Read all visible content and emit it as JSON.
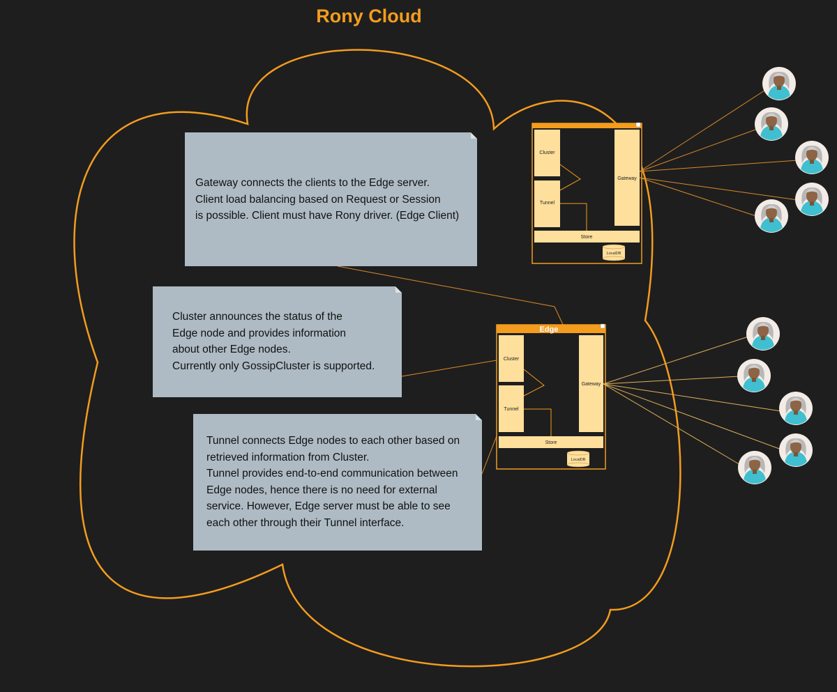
{
  "title": "Rony Cloud",
  "colors": {
    "background": "#1e1e1e",
    "accent": "#f39c1e",
    "box": "#fedf9b",
    "note": "#aebbc4"
  },
  "notes": {
    "gateway": [
      "Gateway connects the clients to the Edge server.",
      "Client load balancing based on Request or Session",
      "is possible. Client must have Rony driver. (Edge Client)"
    ],
    "cluster": [
      "Cluster announces the status of the",
      "Edge node and provides information",
      "about other Edge nodes.",
      "Currently only GossipCluster is supported."
    ],
    "tunnel": [
      "Tunnel connects Edge nodes to each other based on",
      "retrieved information from Cluster.",
      "Tunnel provides end-to-end communication between",
      "Edge nodes, hence there is no need for external",
      "service. However, Edge server must be able to see",
      "each other through their Tunnel interface."
    ]
  },
  "edge_top": {
    "title": "",
    "cluster": "Cluster",
    "tunnel": "Tunnel",
    "gateway": "Gateway",
    "store": "Store",
    "localdb": "LocalDB"
  },
  "edge_bottom": {
    "title": "Edge",
    "cluster": "Cluster",
    "tunnel": "Tunnel",
    "gateway": "Gateway",
    "store": "Store",
    "localdb": "LocalDB"
  },
  "clients": {
    "top_count": 5,
    "bottom_count": 5,
    "icon": "user-avatar-icon"
  }
}
